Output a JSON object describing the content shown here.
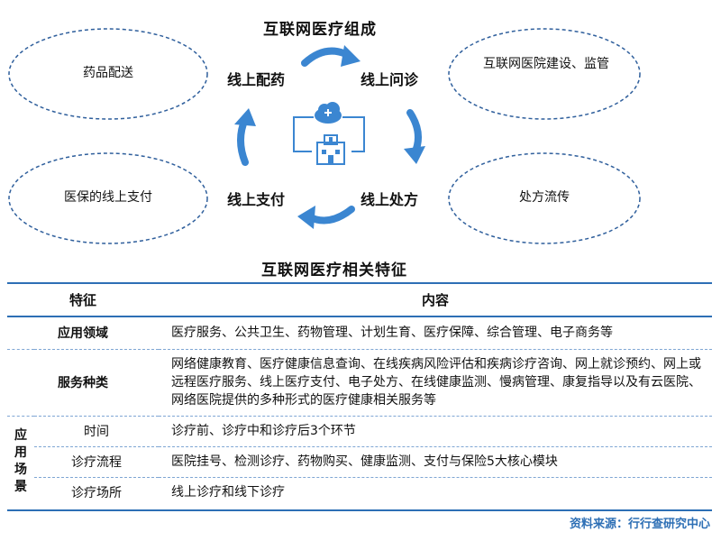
{
  "composition": {
    "title": "互联网医疗组成",
    "center_nodes": [
      "线上配药",
      "线上问诊",
      "线上支付",
      "线上处方"
    ],
    "outer_nodes": {
      "top_left": "药品配送",
      "top_right": "互联网医院建设、监管",
      "bottom_left": "医保的线上支付",
      "bottom_right": "处方流传"
    },
    "icons": [
      "cloud-icon",
      "hospital-icon"
    ]
  },
  "features": {
    "title": "互联网医疗相关特征",
    "headers": [
      "特征",
      "内容"
    ],
    "rows": [
      {
        "label": "应用领域",
        "content": "医疗服务、公共卫生、药物管理、计划生育、医疗保障、综合管理、电子商务等"
      },
      {
        "label": "服务种类",
        "content": "网络健康教育、医疗健康信息查询、在线疾病风险评估和疾病诊疗咨询、网上就诊预约、网上或远程医疗服务、线上医疗支付、电子处方、在线健康监测、慢病管理、康复指导以及有云医院、网络医院提供的多种形式的医疗健康相关服务等"
      }
    ],
    "scene_group": {
      "label": "应用场景",
      "rows": [
        {
          "label": "时间",
          "content": "诊疗前、诊疗中和诊疗后3个环节"
        },
        {
          "label": "诊疗流程",
          "content": "医院挂号、检测诊疗、药物购买、健康监测、支付与保险5大核心模块"
        },
        {
          "label": "诊疗场所",
          "content": "线上诊疗和线下诊疗"
        }
      ]
    }
  },
  "source": "资料来源：行行查研究中心",
  "colors": {
    "accent": "#2d6fb5",
    "arrow": "#3b86d1",
    "oval_border": "#2f5f9c"
  }
}
